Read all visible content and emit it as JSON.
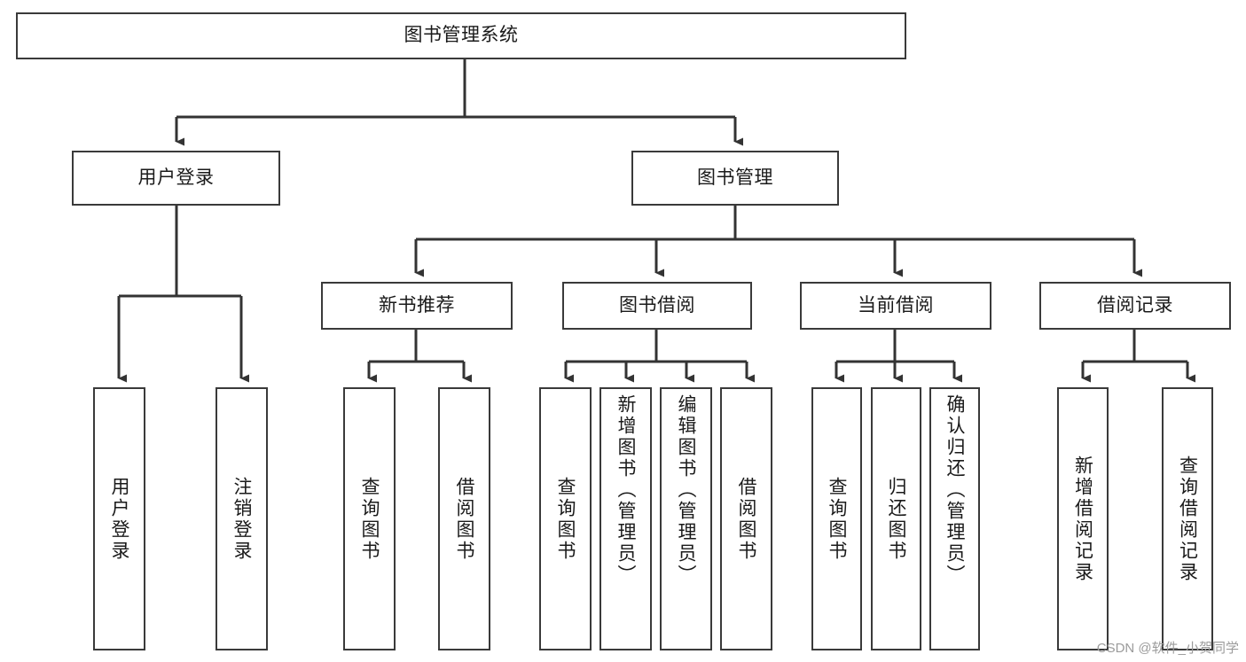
{
  "diagram": {
    "type": "tree-hierarchy",
    "title": "图书管理系统",
    "watermark": "CSDN @软件_小贺同学",
    "colors": {
      "box_border": "#3a3a3a",
      "box_fill": "#ffffff",
      "connector": "#333333",
      "text": "#1a1a1a",
      "watermark": "#9b9b9b"
    },
    "levels": {
      "root": [
        "图书管理系统"
      ],
      "level2": [
        "用户登录",
        "图书管理"
      ],
      "level3": [
        "新书推荐",
        "图书借阅",
        "当前借阅",
        "借阅记录"
      ],
      "leaves": [
        "用户登录",
        "注销登录",
        "查询图书",
        "借阅图书",
        "查询图书",
        "新增图书（管理员）",
        "编辑图书（管理员）",
        "借阅图书",
        "查询图书",
        "归还图书",
        "确认归还（管理员）",
        "新增借阅记录",
        "查询借阅记录"
      ]
    },
    "nodes": {
      "root": {
        "label": "图书管理系统"
      },
      "user_login": {
        "label": "用户登录"
      },
      "book_manage": {
        "label": "图书管理"
      },
      "new_book_rec": {
        "label": "新书推荐"
      },
      "book_borrow": {
        "label": "图书借阅"
      },
      "current_borrow": {
        "label": "当前借阅"
      },
      "borrow_record": {
        "label": "借阅记录"
      },
      "leaf_user_login": {
        "label": "用户登录"
      },
      "leaf_logout": {
        "label": "注销登录"
      },
      "leaf_query_book_a": {
        "label": "查询图书"
      },
      "leaf_borrow_book_a": {
        "label": "借阅图书"
      },
      "leaf_query_book_b": {
        "label": "查询图书"
      },
      "leaf_add_book": {
        "label": "新增图书（管理员）"
      },
      "leaf_edit_book": {
        "label": "编辑图书（管理员）"
      },
      "leaf_borrow_book_b": {
        "label": "借阅图书"
      },
      "leaf_query_book_c": {
        "label": "查询图书"
      },
      "leaf_return_book": {
        "label": "归还图书"
      },
      "leaf_confirm_return": {
        "label": "确认归还（管理员）"
      },
      "leaf_add_record": {
        "label": "新增借阅记录"
      },
      "leaf_query_record": {
        "label": "查询借阅记录"
      }
    },
    "edges": [
      {
        "from": "root",
        "to": "user_login"
      },
      {
        "from": "root",
        "to": "book_manage"
      },
      {
        "from": "user_login",
        "to": "leaf_user_login"
      },
      {
        "from": "user_login",
        "to": "leaf_logout"
      },
      {
        "from": "book_manage",
        "to": "new_book_rec"
      },
      {
        "from": "book_manage",
        "to": "book_borrow"
      },
      {
        "from": "book_manage",
        "to": "current_borrow"
      },
      {
        "from": "book_manage",
        "to": "borrow_record"
      },
      {
        "from": "new_book_rec",
        "to": "leaf_query_book_a"
      },
      {
        "from": "new_book_rec",
        "to": "leaf_borrow_book_a"
      },
      {
        "from": "book_borrow",
        "to": "leaf_query_book_b"
      },
      {
        "from": "book_borrow",
        "to": "leaf_add_book"
      },
      {
        "from": "book_borrow",
        "to": "leaf_edit_book"
      },
      {
        "from": "book_borrow",
        "to": "leaf_borrow_book_b"
      },
      {
        "from": "current_borrow",
        "to": "leaf_query_book_c"
      },
      {
        "from": "current_borrow",
        "to": "leaf_return_book"
      },
      {
        "from": "current_borrow",
        "to": "leaf_confirm_return"
      },
      {
        "from": "borrow_record",
        "to": "leaf_add_record"
      },
      {
        "from": "borrow_record",
        "to": "leaf_query_record"
      }
    ]
  }
}
